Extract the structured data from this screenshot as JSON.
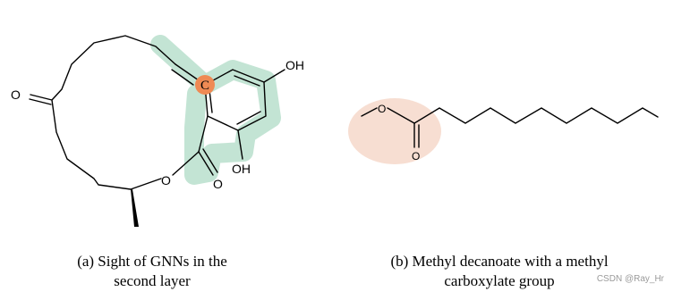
{
  "panel_a": {
    "caption": "(a) Sight of GNNs in the\nsecond layer",
    "center_atom_label": "C",
    "atom_labels": {
      "ketone_o": "O",
      "ester_o": "O",
      "carbonyl_o": "O",
      "oh_top": "OH",
      "oh_bottom": "OH"
    },
    "colors": {
      "highlight": "#b9dfcc",
      "center_atom": "#ef8a54"
    }
  },
  "panel_b": {
    "caption": "(b) Methyl decanoate with a methyl\ncarboxylate group",
    "atom_labels": {
      "ester_o": "O",
      "carbonyl_o": "O"
    },
    "colors": {
      "highlight": "#f6d8ca"
    }
  },
  "watermark": "CSDN @Ray_Hr"
}
